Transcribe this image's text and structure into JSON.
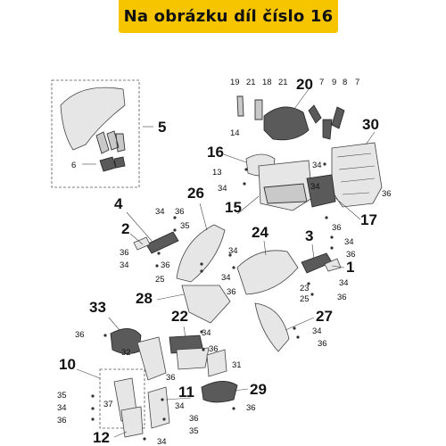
{
  "header": {
    "title": "Na obrázku díl číslo 16",
    "accent": "#f7c500"
  },
  "part_numbers": {
    "p1": "1",
    "p2": "2",
    "p3": "3",
    "p4": "4",
    "p5": "5",
    "p6": "6",
    "p7": "7",
    "p8": "8",
    "p9": "9",
    "p10": "10",
    "p11": "11",
    "p12": "12",
    "p13": "13",
    "p14": "14",
    "p15": "15",
    "p16": "16",
    "p17": "17",
    "p18": "18",
    "p19": "19",
    "p20": "20",
    "p21": "21",
    "p22": "22",
    "p23": "23",
    "p24": "24",
    "p25": "25",
    "p26": "26",
    "p27": "27",
    "p28": "28",
    "p29": "29",
    "p30": "30",
    "p31": "31",
    "p32": "32",
    "p33": "33",
    "p34": "34",
    "p35": "35",
    "p36": "36",
    "p37": "37"
  }
}
